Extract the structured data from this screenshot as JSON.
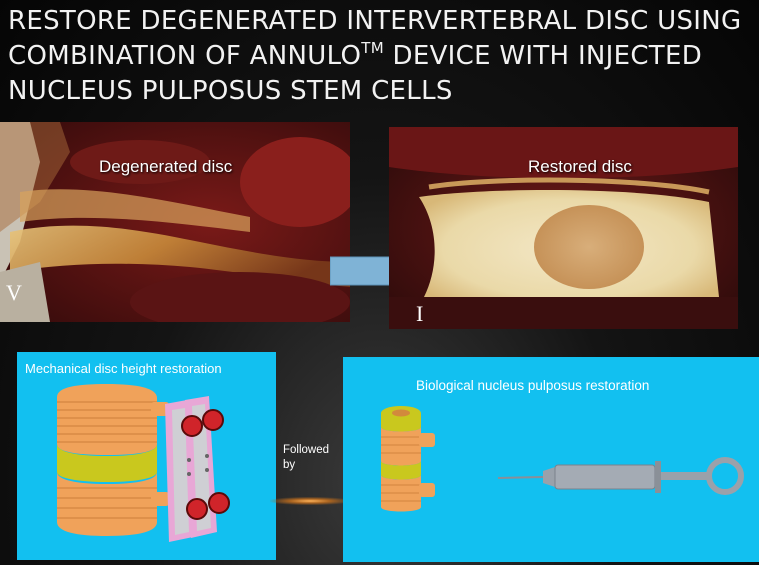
{
  "slide": {
    "title_line1": "Restore degenerated intervertebral disc using",
    "title_line2_pre": "combination of Annulo",
    "title_line2_sup": "TM",
    "title_line2_post": " device with injected",
    "title_line3": "Nucleus pulposus stem cells"
  },
  "photos": {
    "left_label": "Degenerated disc",
    "left_corner_mark": "V",
    "right_label": "Restored disc",
    "right_corner_mark": "I"
  },
  "panels": {
    "mechanical_label": "Mechanical disc height restoration",
    "followed_line1": "Followed",
    "followed_line2": "by",
    "biological_label": "Biological nucleus pulposus restoration"
  },
  "colors": {
    "panel_blue": "#12c0f0",
    "vertebra_orange": "#f0a25a",
    "disc_yellow": "#c9c81e",
    "device_pink": "#e8a7d6",
    "screw_red": "#d0242a",
    "arrow_blue": "#7fb3d6"
  }
}
